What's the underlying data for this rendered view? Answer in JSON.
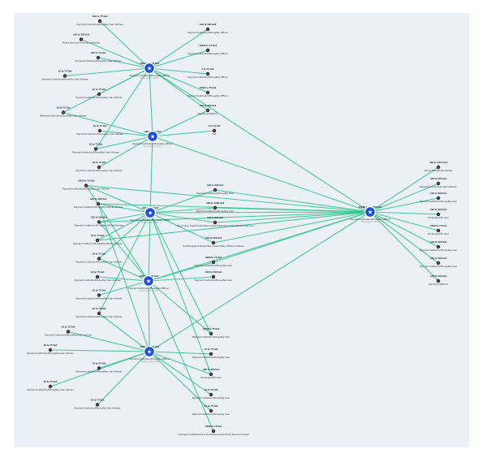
{
  "hubs": [
    {
      "id": "h1",
      "label": "Payment Institution/MoneyPay Official",
      "sub": "Exchange/ctr_admin",
      "amt": "1000 to 5000 Out"
    },
    {
      "id": "h2",
      "label": "Payment Institution/MoneyPay Official",
      "sub": "Exchange/ctr_admin",
      "amt": "100 to 500 Out"
    },
    {
      "id": "h3",
      "label": "Payment Institution/MoneyPay Official",
      "sub": "Exchange/ctr_admin",
      "amt": "100 to 500 Out"
    },
    {
      "id": "h4",
      "label": "Payment Institution/MoneyPay Official",
      "sub": "Exchange/ctr_admin",
      "amt": "1000 to 5000 Out"
    },
    {
      "id": "h5",
      "label": "Payment Institution/MoneyPay Official",
      "sub": "Exchange/ctr_admin",
      "amt": "1000 to 5000 Out"
    },
    {
      "id": "h6",
      "label": "Payment Institution/MoneyPay Official",
      "sub": "Exchange/ctr_admin",
      "amt": "10000 to 100000 Out"
    }
  ],
  "left_nodes": [
    {
      "label": "Payment Institution/MoneyPay User Address",
      "amt": "100 to 75 Out"
    },
    {
      "label": "Mobile Services Financial Institution",
      "amt": "100 to 500 Out"
    },
    {
      "label": "Payment Institution/MoneyPay User Address",
      "amt": "100 to 75 Out"
    },
    {
      "label": "Payment Institution/MoneyPay User Address",
      "amt": "10 to 75 Out"
    },
    {
      "label": "Payment Institution/MoneyPay User Address",
      "amt": "10 to 75 Out"
    },
    {
      "label": "Payment Institution/MoneyPay User Address",
      "amt": "10 to 75 Out"
    },
    {
      "label": "Payment Institution/MoneyPay User Address",
      "amt": "10 to 75 Out"
    },
    {
      "label": "Payment Institution/MoneyPay User Address",
      "amt": "10 to 75 Out"
    },
    {
      "label": "Payment Institution/MoneyPay User Address",
      "amt": "10 to 75 Out"
    },
    {
      "label": "Payment Institution/MoneyPay User Address",
      "amt": "1000 to 75 Out"
    },
    {
      "label": "Payment Institution/MoneyPay Official Address",
      "amt": "100 to 500 Out"
    },
    {
      "label": "Payment Institution/MoneyPay Official Address",
      "amt": "100 to 500 Out"
    },
    {
      "label": "Payment Institution/MoneyPay Official Address",
      "amt": "10 to 75 Out"
    },
    {
      "label": "Payment Institution/MoneyPay User Address",
      "amt": "10 to 75 Out"
    },
    {
      "label": "Payment Institution/MoneyPay User Address",
      "amt": "10 to 75 Out"
    },
    {
      "label": "Payment Institution/MoneyPay User Address",
      "amt": "10 to 75 Out"
    },
    {
      "label": "Payment Institution/MoneyPay User Address",
      "amt": "10 to 75 Out"
    },
    {
      "label": "Payment Institution/MoneyPay User Address",
      "amt": "10 to 75 Out"
    },
    {
      "label": "Payment Institution/MoneyPay User Address",
      "amt": "10 to 75 Out"
    },
    {
      "label": "Payment Institution/MoneyPay User Address",
      "amt": "10 to 75 Out"
    },
    {
      "label": "Payment Institution/MoneyPay User Address",
      "amt": "10 to 75 Out"
    },
    {
      "label": "Payment Institution/MoneyPay User Address",
      "amt": "10 to 75 Out"
    }
  ],
  "mid_nodes": [
    {
      "label": "Payment Institution/MoneyPay Official",
      "amt": "100 to 500 Out"
    },
    {
      "label": "Payment Institution/MoneyPay Official",
      "amt": "10000 to 15 Out"
    },
    {
      "label": "Payment Institution/MoneyPay Official",
      "amt": "2 to 75 Out"
    },
    {
      "label": "Payment Institution/MoneyPay Official",
      "amt": "1000 to 75 Out"
    },
    {
      "label": "Gambling Platform",
      "amt": "100 to 500 Out"
    },
    {
      "label": "Tax",
      "amt": "1 to 75 Out"
    },
    {
      "label": "Payment Institution/MoneyPay User",
      "amt": "100 to 500 Out"
    },
    {
      "label": "Payment Institution/MoneyPay User",
      "amt": "100 to 1000 Out"
    },
    {
      "label": "Fraud Shop Trades Guarantee Linked Entity Short Data Retrieval Service",
      "amt": "100 to 500 Out"
    },
    {
      "label": "Gambling/Adult Guarantee Linked Entity Offshore Address",
      "amt": "100 to 500 Out"
    },
    {
      "label": "Payment Institution/MoneyPay User",
      "amt": "1000 to 75 Out"
    },
    {
      "label": "Payment Institution/MoneyPay User",
      "amt": "100 to 500 Out"
    },
    {
      "label": "Payment Institution/MoneyPay User",
      "amt": "1000 to 75 Out"
    },
    {
      "label": "Payment Institution/MoneyPay User",
      "amt": "10 to 75 Out"
    },
    {
      "label": "Exchange/OTC User",
      "amt": "100 to 500 Out"
    },
    {
      "label": "Payment Institution/MoneyPay User",
      "amt": "10 to 75 Out"
    },
    {
      "label": "Payment Institution/MoneyPay User",
      "amt": "10 to 75 Out"
    },
    {
      "label": "Underground Bank/Online Guarantee Linked Entity Service Provider",
      "amt": "1000 to 75 Out"
    }
  ],
  "right_nodes": [
    {
      "label": "Money Transfer/Guarantee",
      "amt": "100 to 1373 Out"
    },
    {
      "label": "Mobile Services Financial Institution",
      "amt": "100 to 500 Out"
    },
    {
      "label": "Payment Institution/MoneyPay User",
      "amt": "100 to 500 Out"
    },
    {
      "label": "Exchange/OTC User",
      "amt": "100 to 500 Out"
    },
    {
      "label": "Exchange/OTC User",
      "amt": "1000 to 75 Out"
    },
    {
      "label": "Payment Institution/MoneyPay User",
      "amt": "100 to 500 Out"
    },
    {
      "label": "Payment Institution/MoneyPay User",
      "amt": "100 to 500 Out"
    },
    {
      "label": "Gambling Platform",
      "amt": "100 to 500 Out"
    }
  ],
  "colors": {
    "edge": "#2ec48a",
    "hub": "#1f4fd6",
    "pin": "#e0343d",
    "dark": "#222a33"
  }
}
